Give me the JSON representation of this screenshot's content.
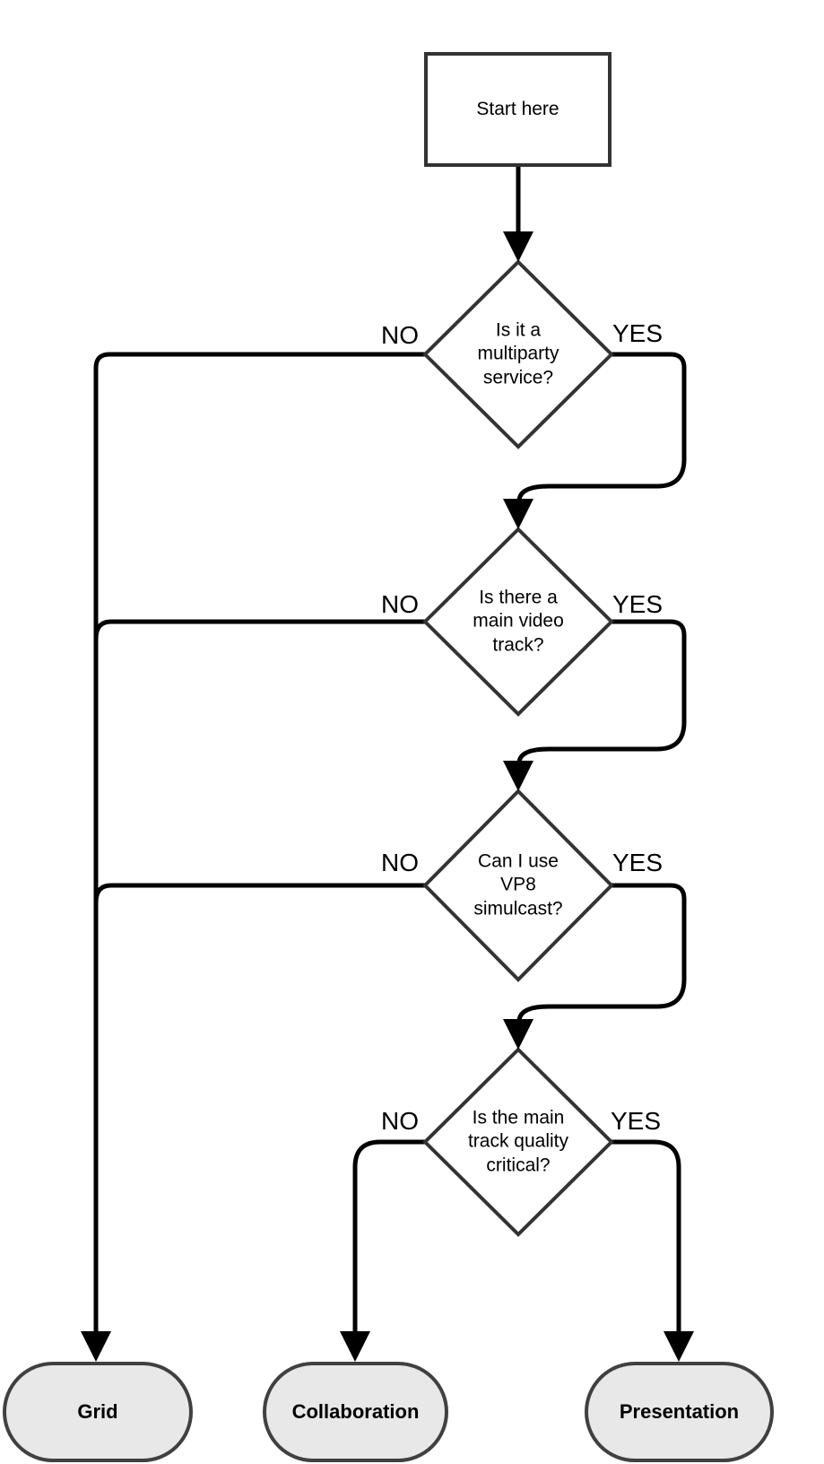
{
  "start": {
    "label": "Start here"
  },
  "decisions": [
    {
      "question": "Is it a\nmultiparty\nservice?",
      "no_label": "NO",
      "yes_label": "YES"
    },
    {
      "question": "Is there a\nmain video\ntrack?",
      "no_label": "NO",
      "yes_label": "YES"
    },
    {
      "question": "Can I use\nVP8\nsimulcast?",
      "no_label": "NO",
      "yes_label": "YES"
    },
    {
      "question": "Is the main\ntrack quality\ncritical?",
      "no_label": "NO",
      "yes_label": "YES"
    }
  ],
  "outcomes": [
    {
      "label": "Grid"
    },
    {
      "label": "Collaboration"
    },
    {
      "label": "Presentation"
    }
  ],
  "colors": {
    "line": "#000000",
    "shape_border": "#333333",
    "shape_fill": "#ffffff",
    "outcome_fill": "#e8e8e8",
    "outcome_border": "#404040",
    "text": "#000000",
    "background": "#ffffff"
  }
}
